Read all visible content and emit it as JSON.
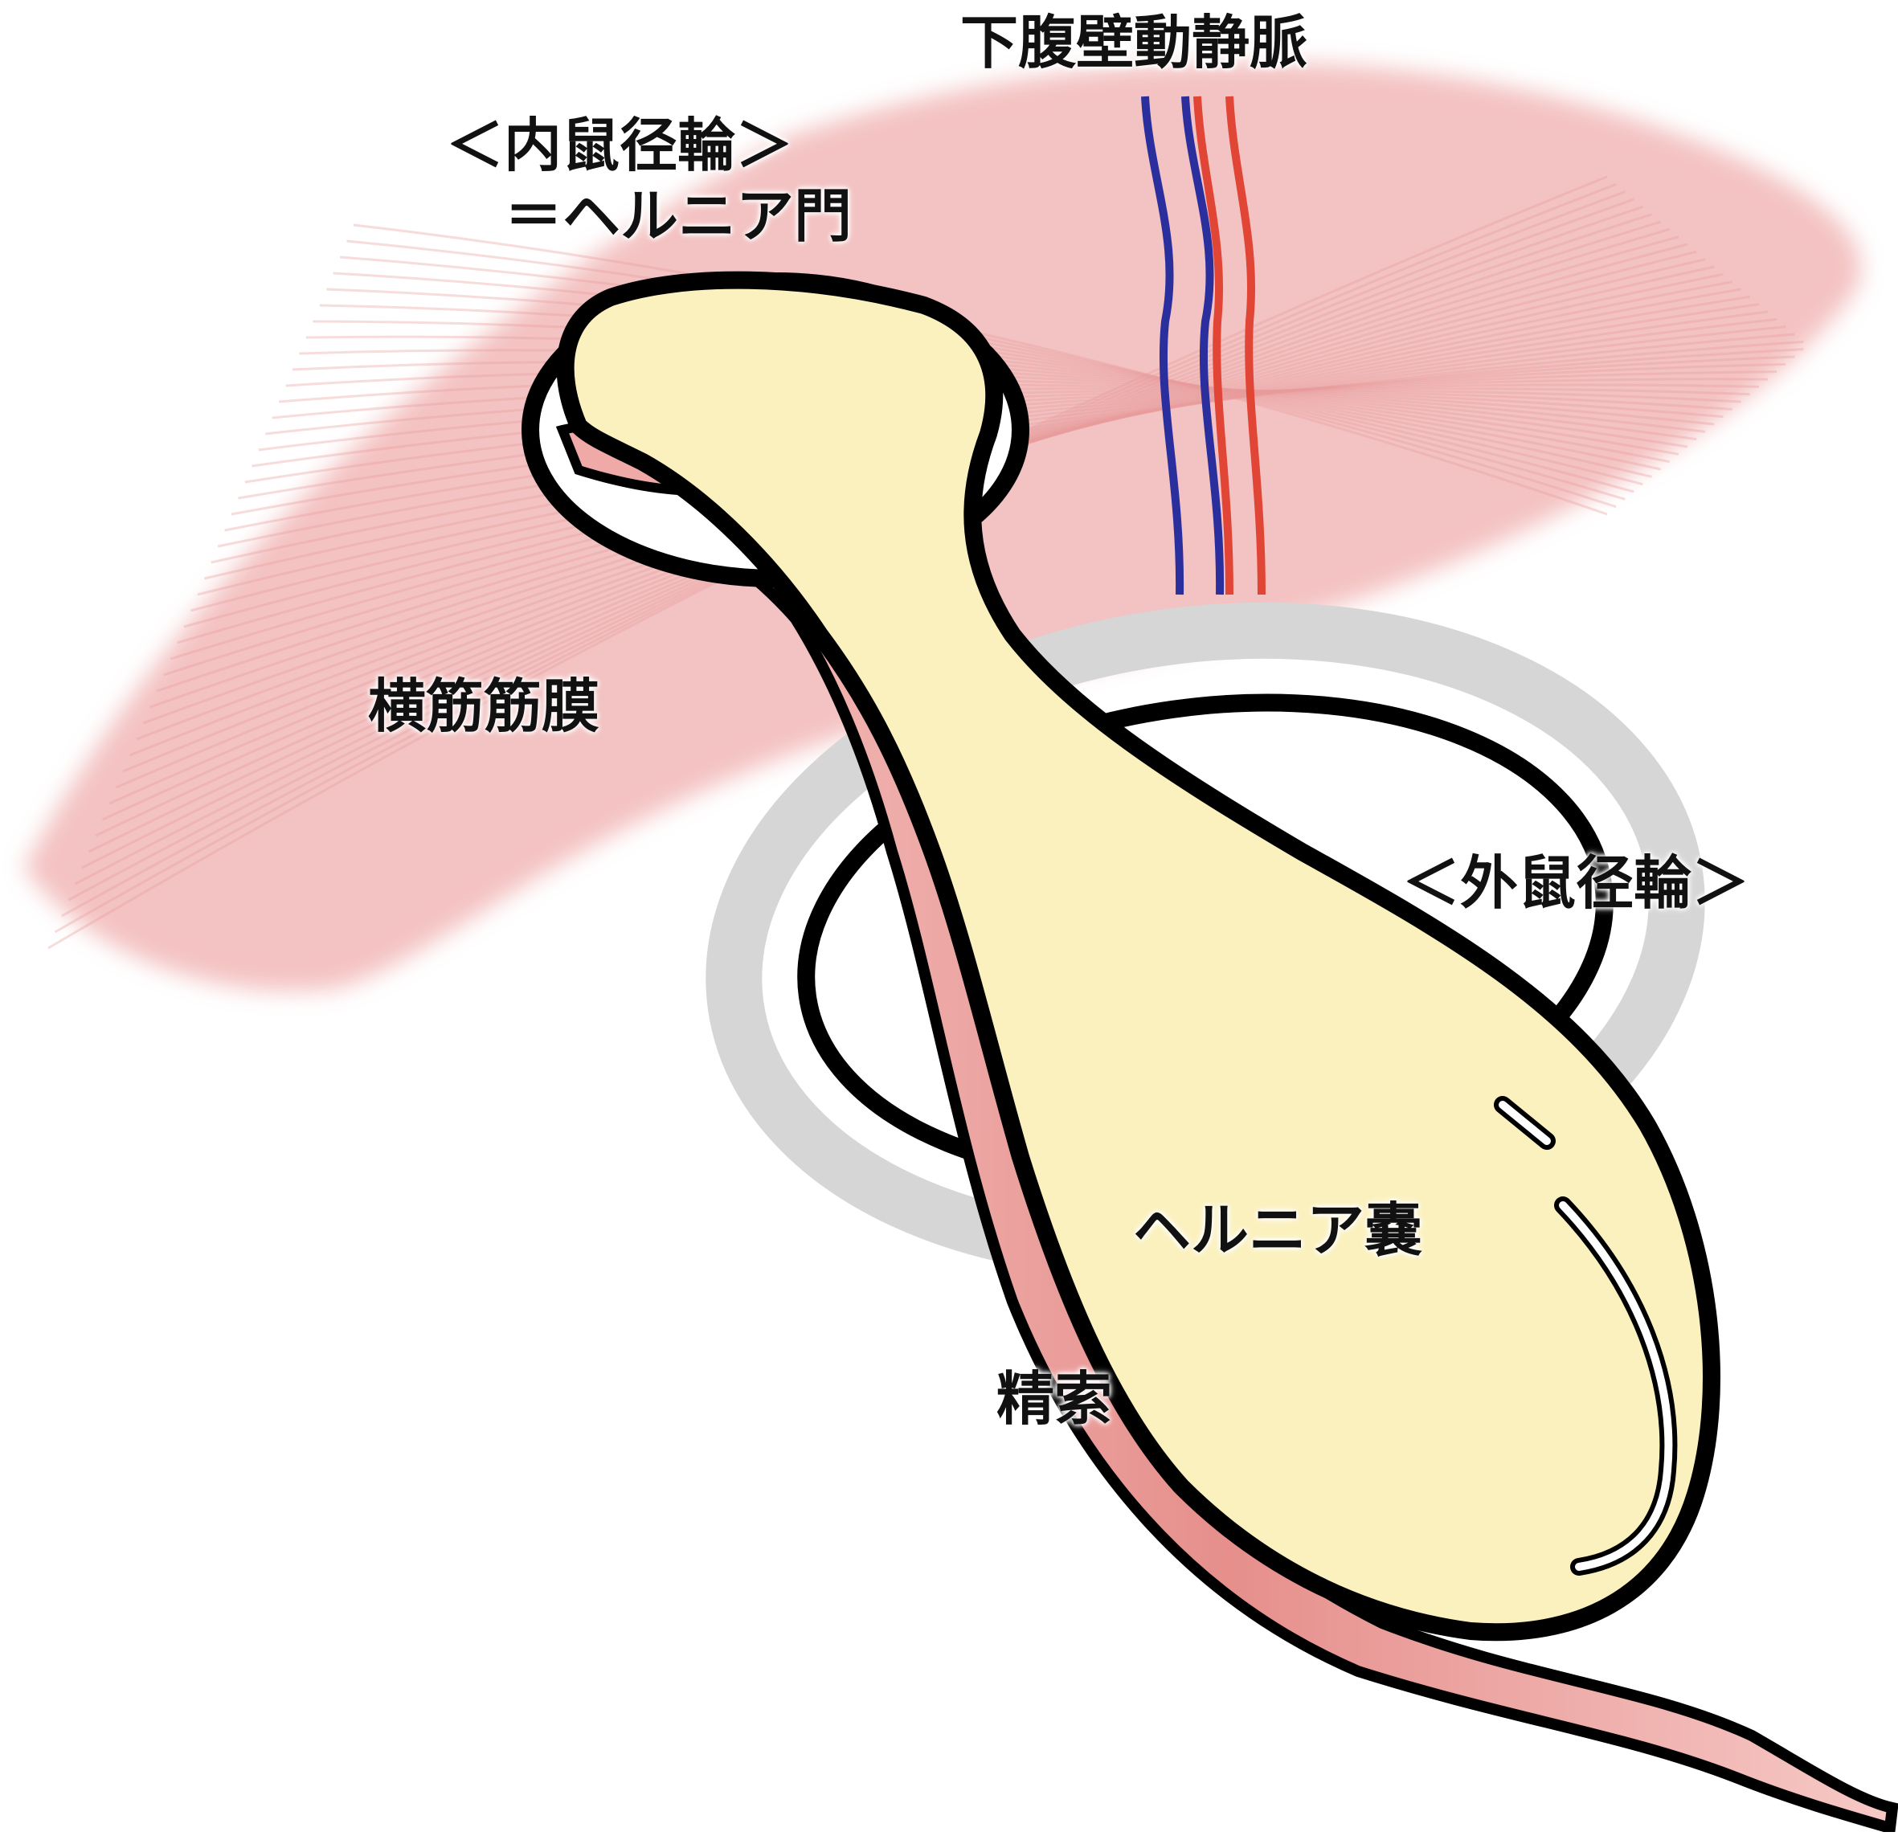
{
  "labels": {
    "inferior_epigastric_vessels": "下腹壁動静脈",
    "internal_ring_line1": "＜内鼠径輪＞",
    "internal_ring_line2": "＝ヘルニア門",
    "transversalis_fascia": "横筋筋膜",
    "external_ring": "＜外鼠径輪＞",
    "hernia_sac": "ヘルニア嚢",
    "spermatic_cord": "精索"
  },
  "colors": {
    "muscle": "#f2b8b8",
    "muscle_streak": "#e89a9a",
    "hernia_sac_fill": "#fbf1be",
    "spermatic_cord": "#efaaa8",
    "vein": "#2b2f9e",
    "artery": "#e04535",
    "outline": "#000000",
    "external_ring_shadow": "#d3d3d3"
  }
}
